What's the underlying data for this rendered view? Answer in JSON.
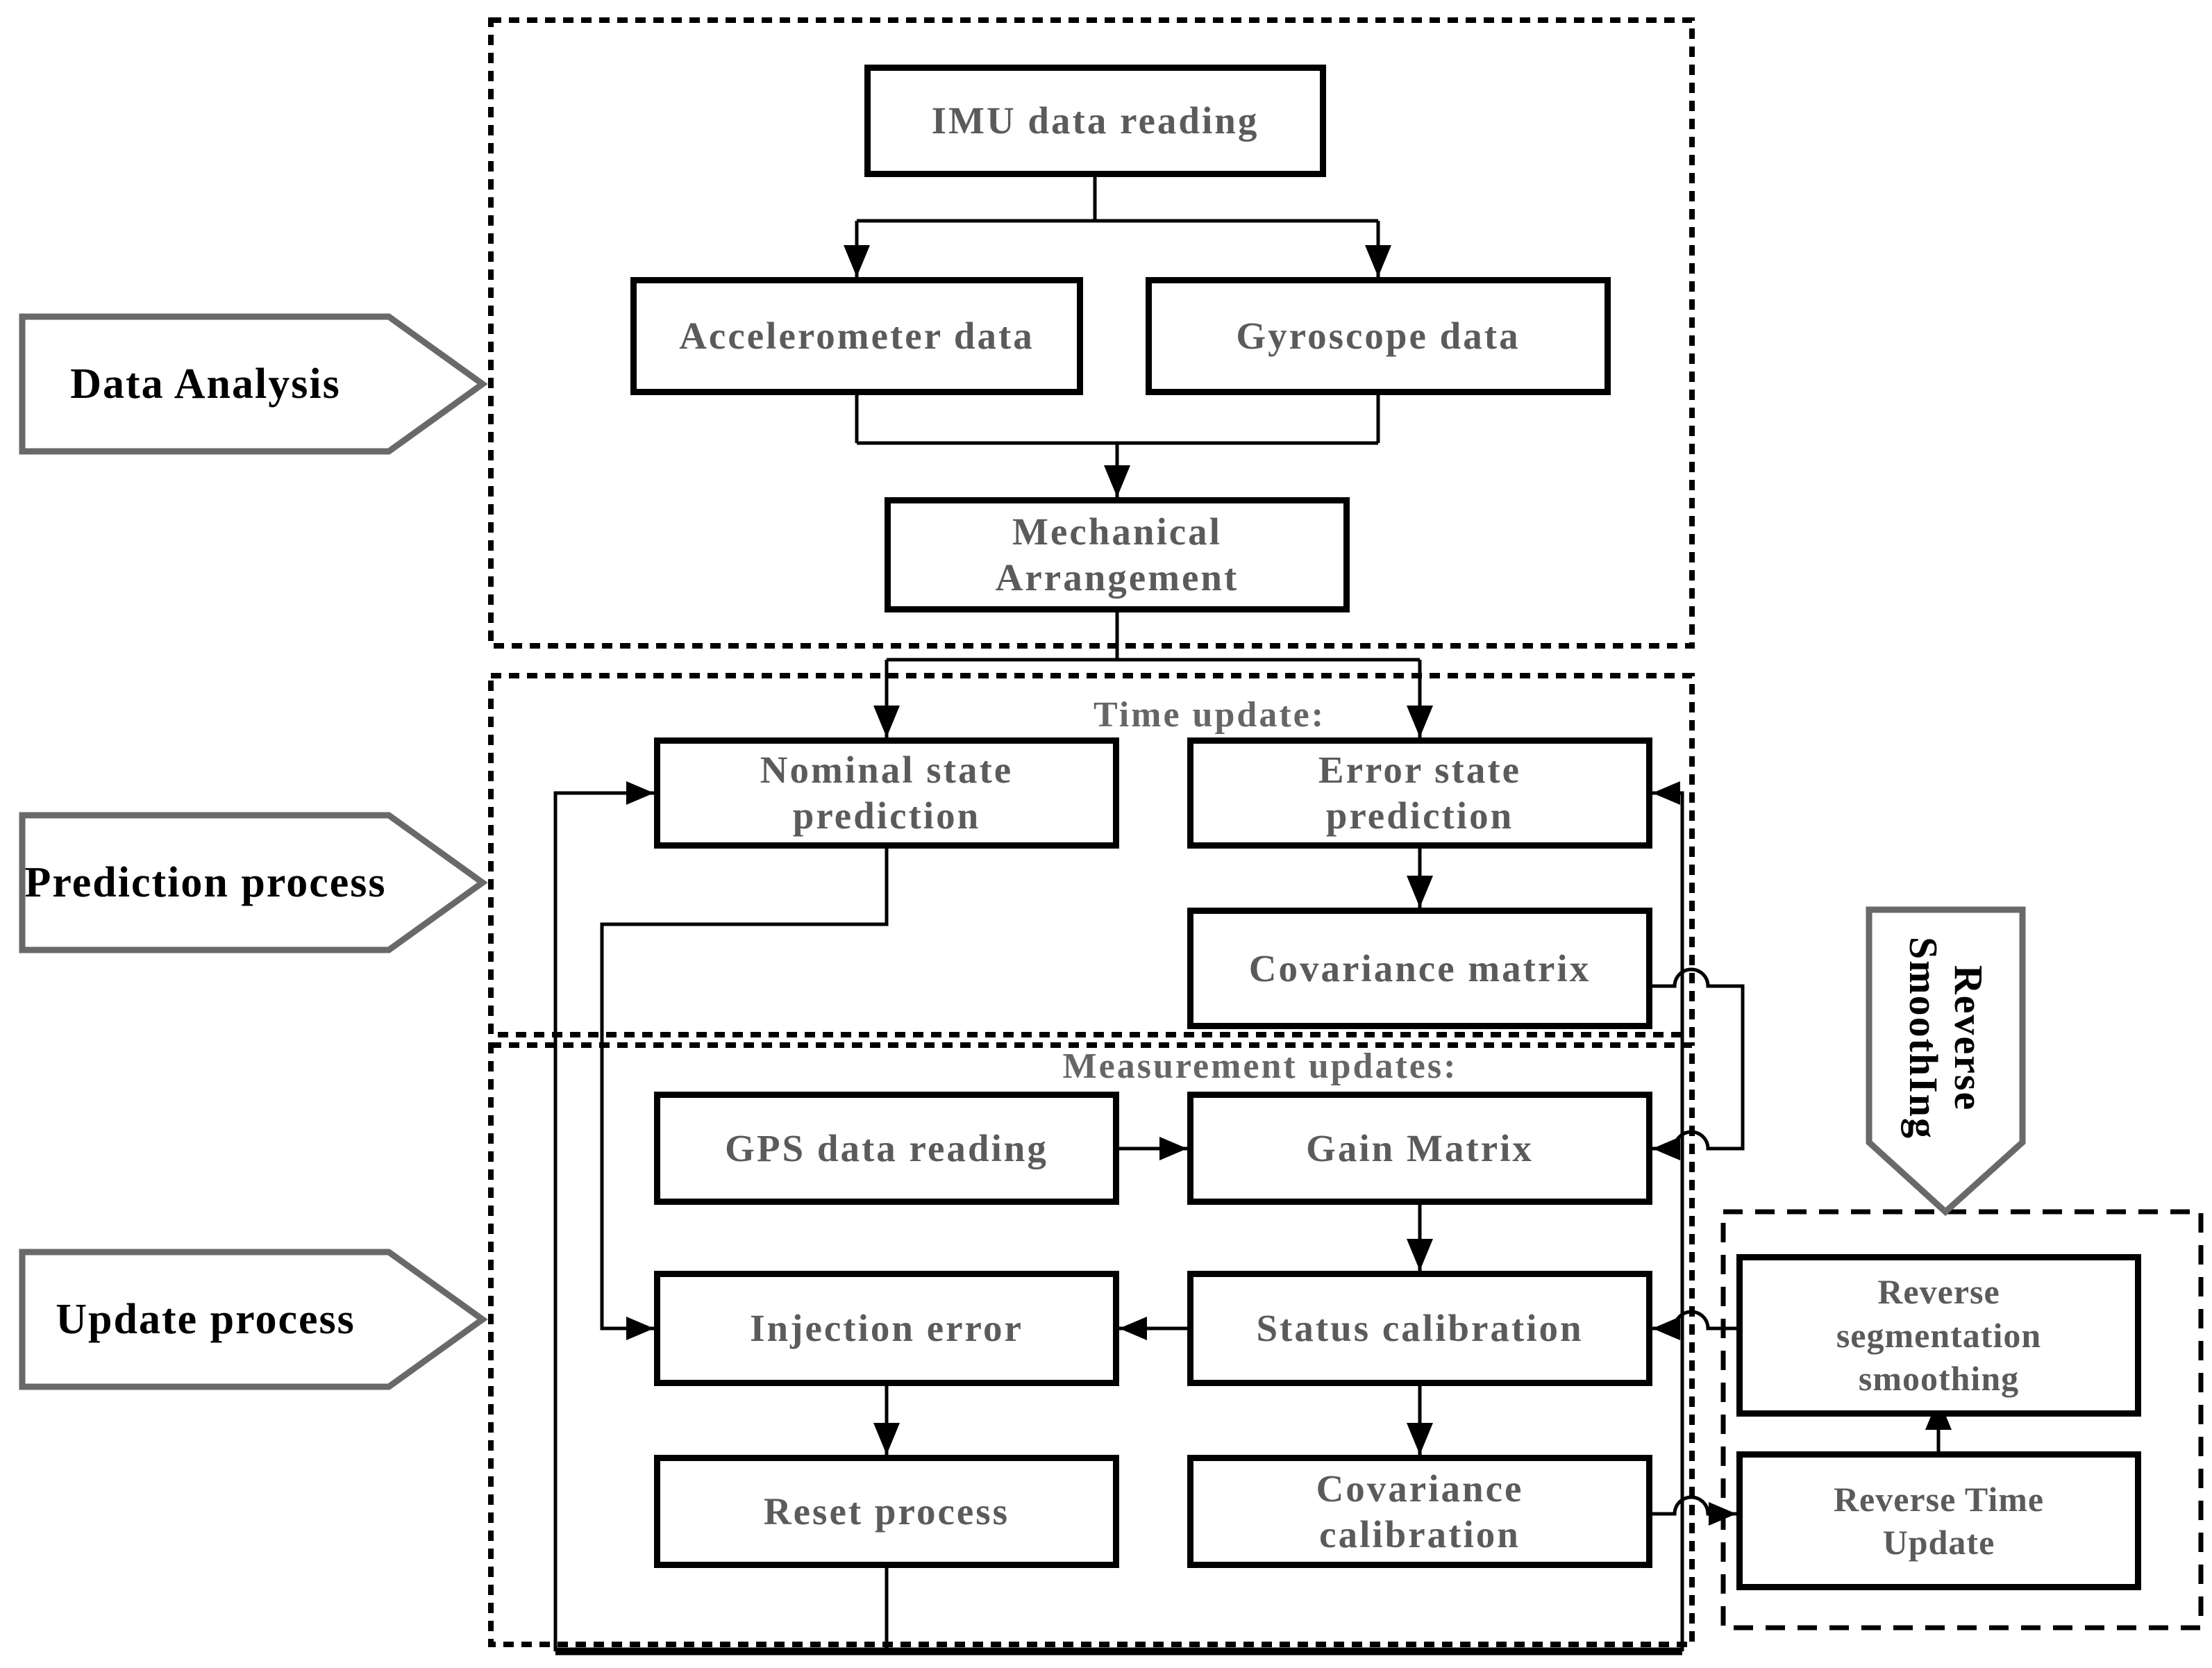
{
  "figure": {
    "type": "flowchart",
    "topic": "GPS/IMU error-state Kalman filter with reverse smoothing"
  },
  "colors": {
    "line": "#000000",
    "box_border": "#000000",
    "box_text": "#5b5b5b",
    "header_text": "#666666",
    "pentagon_border": "#696969",
    "pentagon_text": "#000000",
    "background": "#ffffff"
  },
  "side_labels": {
    "data_analysis": "Data Analysis",
    "prediction_process": "Prediction process",
    "update_process": "Update process",
    "reverse_smoothing": "Reverse\nSmoothIng"
  },
  "section_headers": {
    "time_update": "Time update:",
    "measurement_updates": "Measurement updates:"
  },
  "nodes": {
    "imu_data_reading": "IMU data reading",
    "accelerometer_data": "Accelerometer data",
    "gyroscope_data": "Gyroscope data",
    "mechanical_arrangement": "Mechanical\nArrangement",
    "nominal_state_prediction": "Nominal state\nprediction",
    "error_state_prediction": "Error state\nprediction",
    "covariance_matrix": "Covariance matrix",
    "gps_data_reading": "GPS data reading",
    "gain_matrix": "Gain Matrix",
    "injection_error": "Injection error",
    "status_calibration": "Status calibration",
    "reset_process": "Reset process",
    "covariance_calibration": "Covariance\ncalibration",
    "reverse_segmentation_smoothing": "Reverse\nsegmentation\nsmoothing",
    "reverse_time_update": "Reverse Time\nUpdate"
  }
}
